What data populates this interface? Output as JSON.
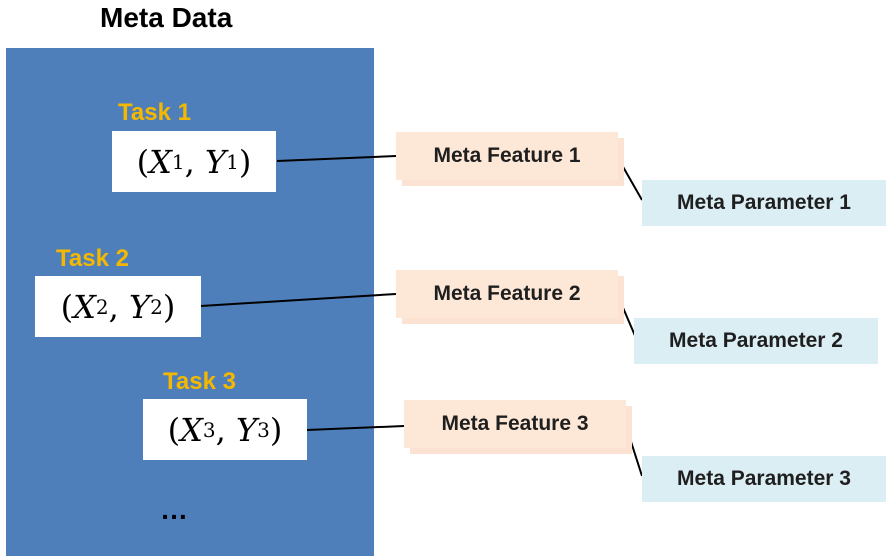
{
  "title": "Meta Data",
  "tasks": [
    {
      "label": "Task 1",
      "x": "X",
      "y": "Y",
      "index": "1"
    },
    {
      "label": "Task 2",
      "x": "X",
      "y": "Y",
      "index": "2"
    },
    {
      "label": "Task 3",
      "x": "X",
      "y": "Y",
      "index": "3"
    }
  ],
  "ellipsis": "…",
  "features": [
    "Meta Feature 1",
    "Meta Feature 2",
    "Meta Feature 3"
  ],
  "parameters": [
    "Meta Parameter 1",
    "Meta Parameter 2",
    "Meta Parameter 3"
  ],
  "colors": {
    "panel": "#4e7fba",
    "task_label": "#f5b800",
    "feature_box": "#fde7d7",
    "parameter_box": "#dbeef4"
  }
}
